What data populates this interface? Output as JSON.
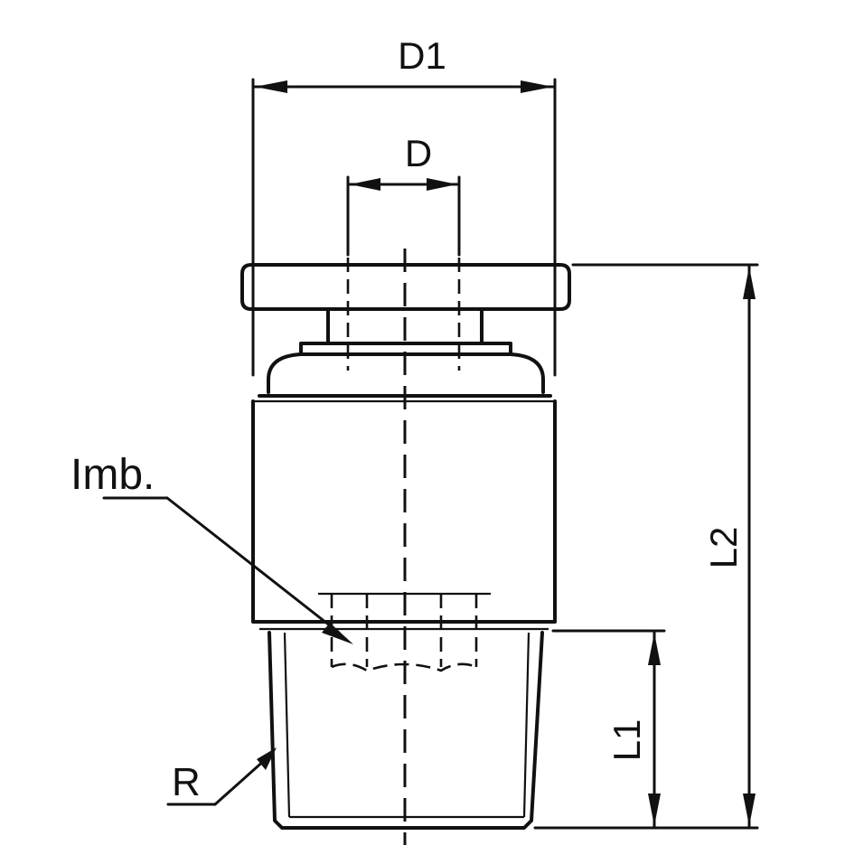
{
  "labels": {
    "d1": "D1",
    "d": "D",
    "l2": "L2",
    "l1": "L1",
    "imb": "Imb.",
    "r": "R"
  },
  "colors": {
    "line": "#111111",
    "background": "#ffffff"
  }
}
